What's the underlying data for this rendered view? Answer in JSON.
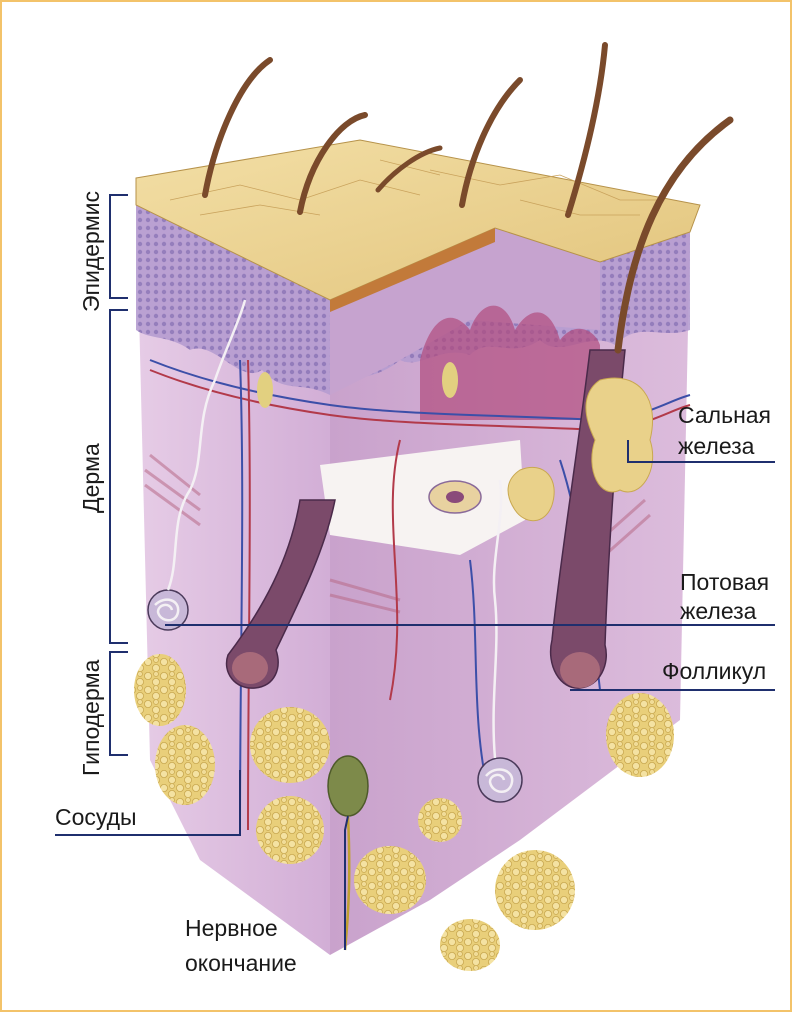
{
  "labels": {
    "epidermis": "Эпидермис",
    "dermis": "Дерма",
    "hypodermis": "Гиподерма",
    "vessels": "Сосуды",
    "nerve_ending": [
      "Нервное",
      "окончание"
    ],
    "sebaceous_gland": [
      "Сальная",
      "железа"
    ],
    "sweat_gland": [
      "Потовая",
      "железа"
    ],
    "follicle": "Фолликул"
  },
  "colors": {
    "frame": "#f3c36a",
    "leader_line": "#1f2f6e",
    "skin_surface": "#efd79a",
    "epidermis_layer": "#b59cd0",
    "dermis_layer": "#dfbfdf",
    "hypodermis_fat": "#e9cf7a",
    "hair": "#7a4a2b",
    "vessel_blue": "#3c4fa8",
    "vessel_red": "#b23a4a"
  }
}
